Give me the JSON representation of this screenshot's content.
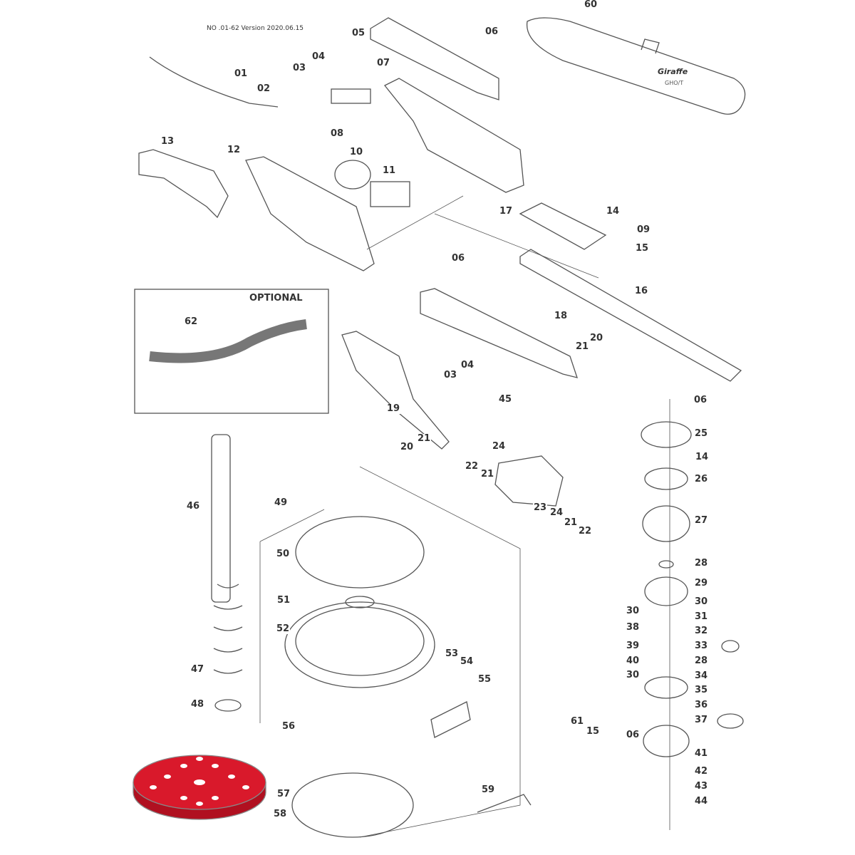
{
  "header": {
    "version_text": "NO .01-62 Version 2020.06.15"
  },
  "optional_box": {
    "title": "OPTIONAL"
  },
  "bag": {
    "brand": "Giraffe",
    "model": "GHO/T"
  },
  "colors": {
    "line": "#555555",
    "pad": "#d9192b"
  },
  "callouts": [
    "60",
    "05",
    "06",
    "07",
    "04",
    "03",
    "01",
    "02",
    "08",
    "13",
    "12",
    "10",
    "11",
    "17",
    "14",
    "09",
    "15",
    "62",
    "06",
    "16",
    "18",
    "20",
    "21",
    "04",
    "03",
    "19",
    "45",
    "06",
    "25",
    "21",
    "20",
    "24",
    "22",
    "21",
    "14",
    "26",
    "46",
    "49",
    "23",
    "24",
    "21",
    "22",
    "27",
    "50",
    "28",
    "29",
    "51",
    "30",
    "30",
    "38",
    "31",
    "32",
    "52",
    "33",
    "39",
    "40",
    "28",
    "53",
    "54",
    "47",
    "30",
    "34",
    "55",
    "35",
    "48",
    "36",
    "37",
    "61",
    "15",
    "56",
    "06",
    "41",
    "42",
    "59",
    "57",
    "43",
    "44",
    "58"
  ]
}
